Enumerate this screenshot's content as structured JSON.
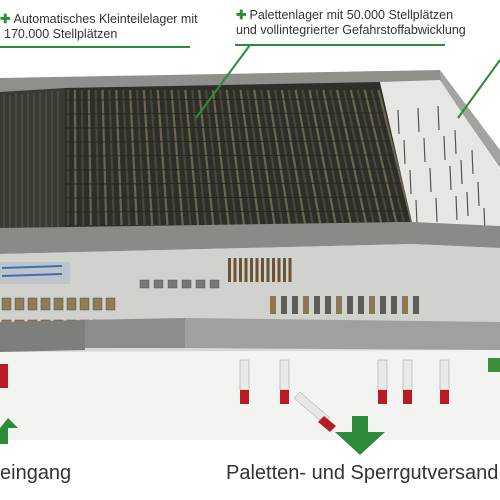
{
  "callouts": {
    "small_parts": {
      "line1": "Automatisches Kleinteilelager mit",
      "line2": "170.000 Stellplätzen"
    },
    "pallet": {
      "line1": "Palettenlager mit 50.000 Stellplätzen",
      "line2": "und vollintegrierter Gefahrstoffabwicklung"
    }
  },
  "captions": {
    "left": "eingang",
    "right": "Paletten- und Sperrgutversand"
  },
  "colors": {
    "accent": "#2e8b3a",
    "racks": "#2b2b24",
    "floor": "#d9d9d6",
    "walls": "#9a9a98",
    "trucks": "#b81b25"
  }
}
